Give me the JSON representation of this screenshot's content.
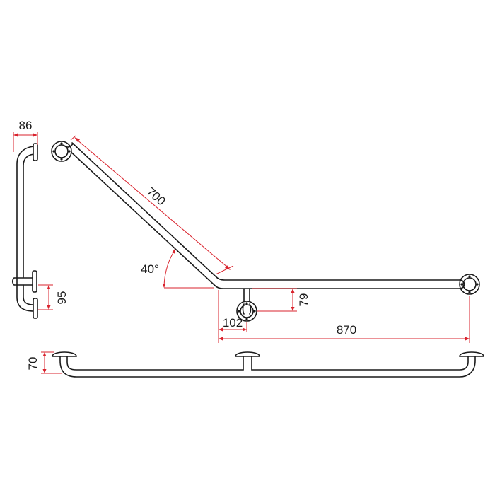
{
  "dimensions": {
    "side_width": "86",
    "side_spacing": "95",
    "diagonal_length": "700",
    "angle": "40°",
    "mount_offset": "79",
    "mount_distance": "102",
    "horizontal_length": "870",
    "bottom_height": "70"
  },
  "colors": {
    "outline": "#1a1a1a",
    "dimension": "#d9232d",
    "background": "#ffffff"
  }
}
